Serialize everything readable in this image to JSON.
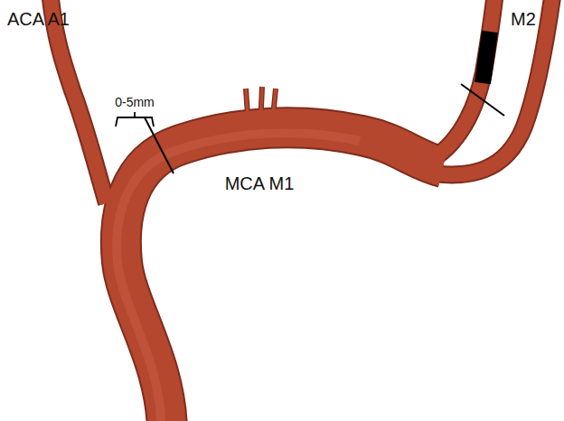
{
  "diagram": {
    "labels": [
      "ACA A1",
      "M2",
      "0-5mm",
      "MCA M1"
    ]
  }
}
